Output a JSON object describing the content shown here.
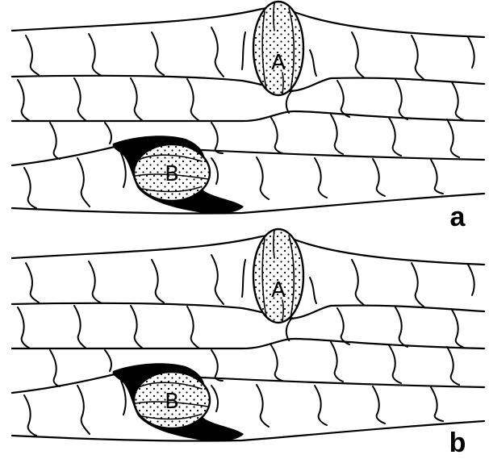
{
  "figure": {
    "panels": [
      {
        "id": "a",
        "label": "a",
        "clasts": [
          {
            "label": "A",
            "pressure_shadow": false
          },
          {
            "label": "B",
            "pressure_shadow": true
          }
        ]
      },
      {
        "id": "b",
        "label": "b",
        "clasts": [
          {
            "label": "A",
            "pressure_shadow": false
          },
          {
            "label": "B",
            "pressure_shadow": true
          }
        ]
      }
    ],
    "colors": {
      "ink": "#000000",
      "background": "#ffffff"
    }
  }
}
